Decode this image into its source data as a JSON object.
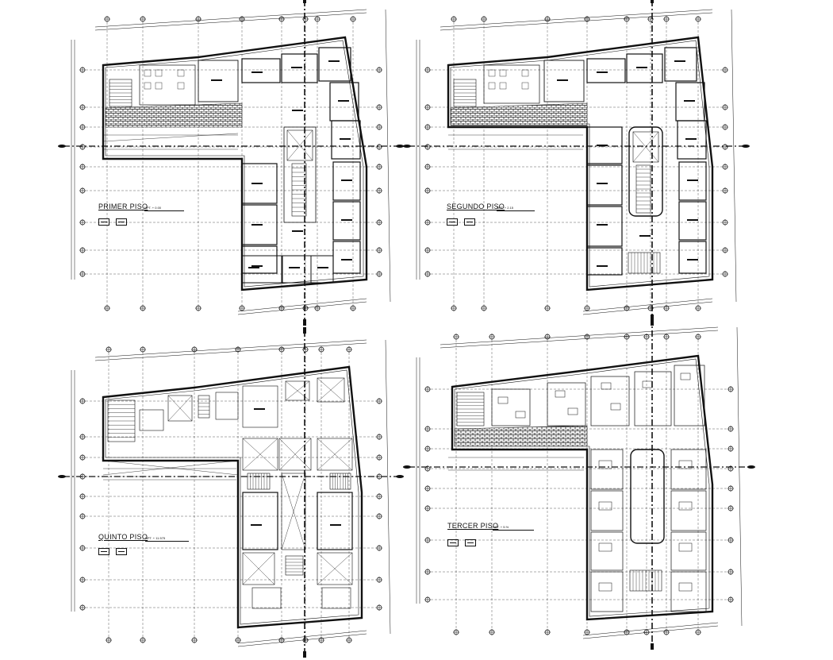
{
  "plans": [
    {
      "key": "primer",
      "title": "PRIMER PISO",
      "level": "NPT. + 0.00"
    },
    {
      "key": "segundo",
      "title": "SEGUNDO PISO",
      "level": "NPT. + 2.15"
    },
    {
      "key": "quinto",
      "title": "QUINTO PISO",
      "level": "NPT. + 11.575"
    },
    {
      "key": "tercer",
      "title": "TERCER PISO",
      "level": "NPT. + 5.%"
    }
  ],
  "colors": {
    "line": "#111111",
    "paper": "#ffffff",
    "hatch": "#333333"
  }
}
